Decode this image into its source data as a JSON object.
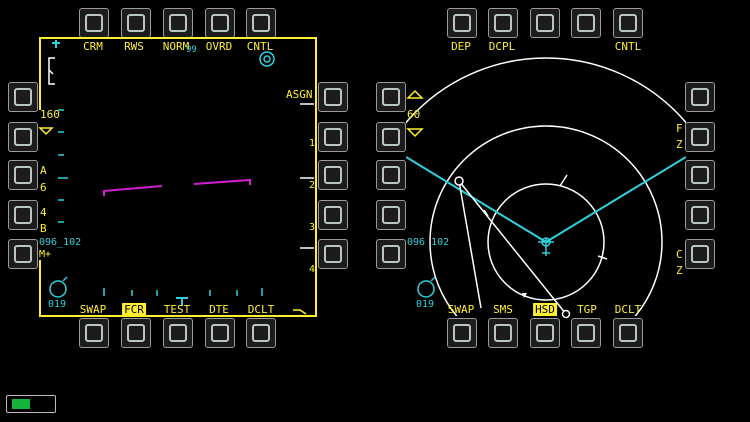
{
  "colors": {
    "primary_text": "#ffef2e",
    "cyan": "#2ed0dc",
    "magenta": "#d020d0",
    "white": "#ffffff",
    "button_face": "#1c1c1c"
  },
  "left_mfd": {
    "format": "FCR",
    "top_labels": [
      "CRM",
      "RWS",
      "NORM",
      "OVRD",
      "CNTL"
    ],
    "bottom_labels": [
      "SWAP",
      "FCR",
      "TEST",
      "DTE",
      "DCLT"
    ],
    "selected_bottom": "FCR",
    "right_labels": [
      "ASGN"
    ],
    "range_scale": "160",
    "azimuth_scale": [
      "A",
      "6"
    ],
    "bar_scale": [
      "4",
      "B"
    ],
    "bullseye": "096_102",
    "markpoint": "M+",
    "bullseye_range": "019",
    "top_small": "99",
    "range_ticks": [
      "1",
      "2",
      "3",
      "4"
    ]
  },
  "right_mfd": {
    "format": "HSD",
    "top_labels": [
      "DEP",
      "DCPL",
      "",
      "",
      "CNTL"
    ],
    "bottom_labels": [
      "SWAP",
      "SMS",
      "HSD",
      "TGP",
      "DCLT"
    ],
    "selected_bottom": "HSD",
    "range_scale": "60",
    "bullseye": "096 102",
    "bullseye_range": "019",
    "right_letters": [
      "F",
      "Z",
      "C",
      "Z"
    ]
  },
  "battery": {
    "level_fraction": 0.45,
    "color": "#16b43a"
  }
}
